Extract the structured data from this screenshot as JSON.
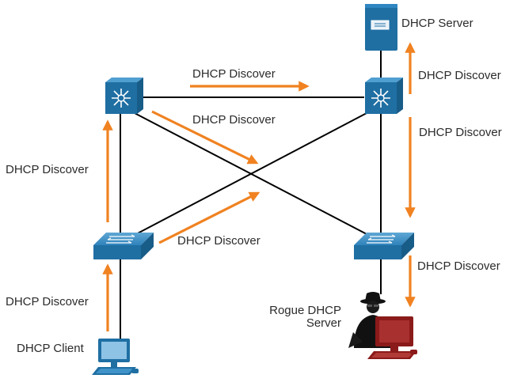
{
  "devices": {
    "dhcp_server": "DHCP Server",
    "rogue_server_line1": "Rogue DHCP",
    "rogue_server_line2": "Server",
    "dhcp_client": "DHCP Client"
  },
  "messages": {
    "core_to_core": "DHCP Discover",
    "core_left_to_cross": "DHCP Discover",
    "core_right_to_server": "DHCP Discover",
    "core_right_to_access": "DHCP Discover",
    "access_left_to_core": "DHCP Discover",
    "access_left_to_cross": "DHCP Discover",
    "client_to_access": "DHCP Discover",
    "access_right_to_rogue": "DHCP Discover"
  },
  "colors": {
    "arrow": "#f08221",
    "device_blue": "#1f6fa3",
    "rogue_red": "#8b1a1a"
  }
}
